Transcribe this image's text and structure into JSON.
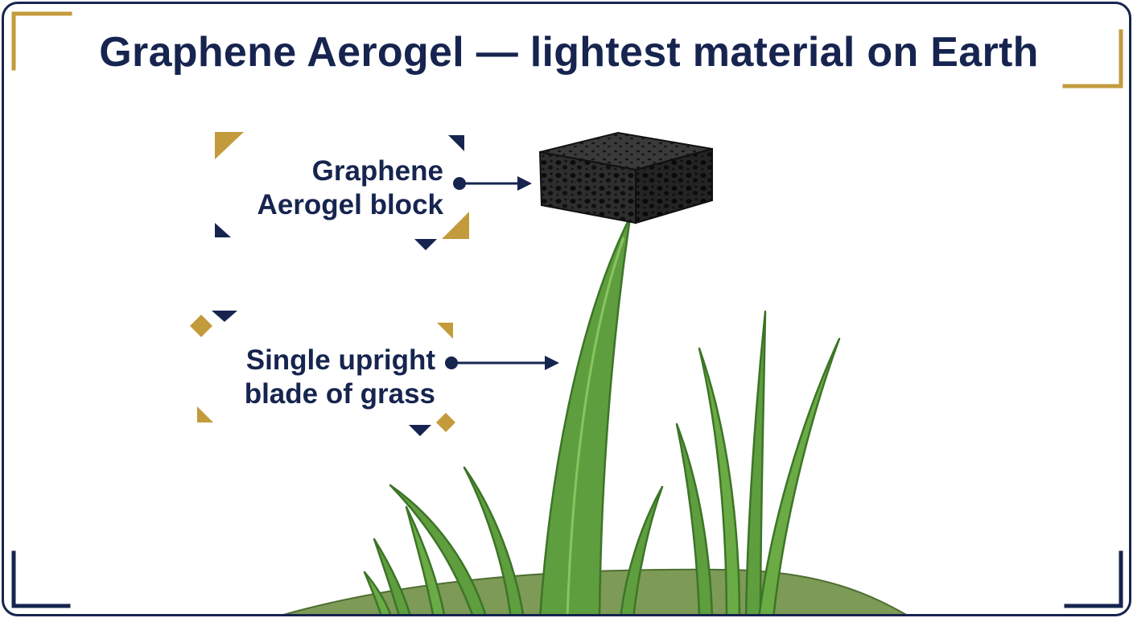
{
  "title": "Graphene Aerogel — lightest material on Earth",
  "labels": {
    "aerogel_line1": "Graphene",
    "aerogel_line2": "Aerogel block",
    "grass_line1": "Single upright",
    "grass_line2": "blade of grass"
  },
  "colors": {
    "navy": "#16244f",
    "gold": "#c39b3c",
    "grass": "#5e9e3e",
    "grass_dark": "#3d7428",
    "mound": "#7d9a56",
    "aerogel": "#2a2a2a"
  }
}
